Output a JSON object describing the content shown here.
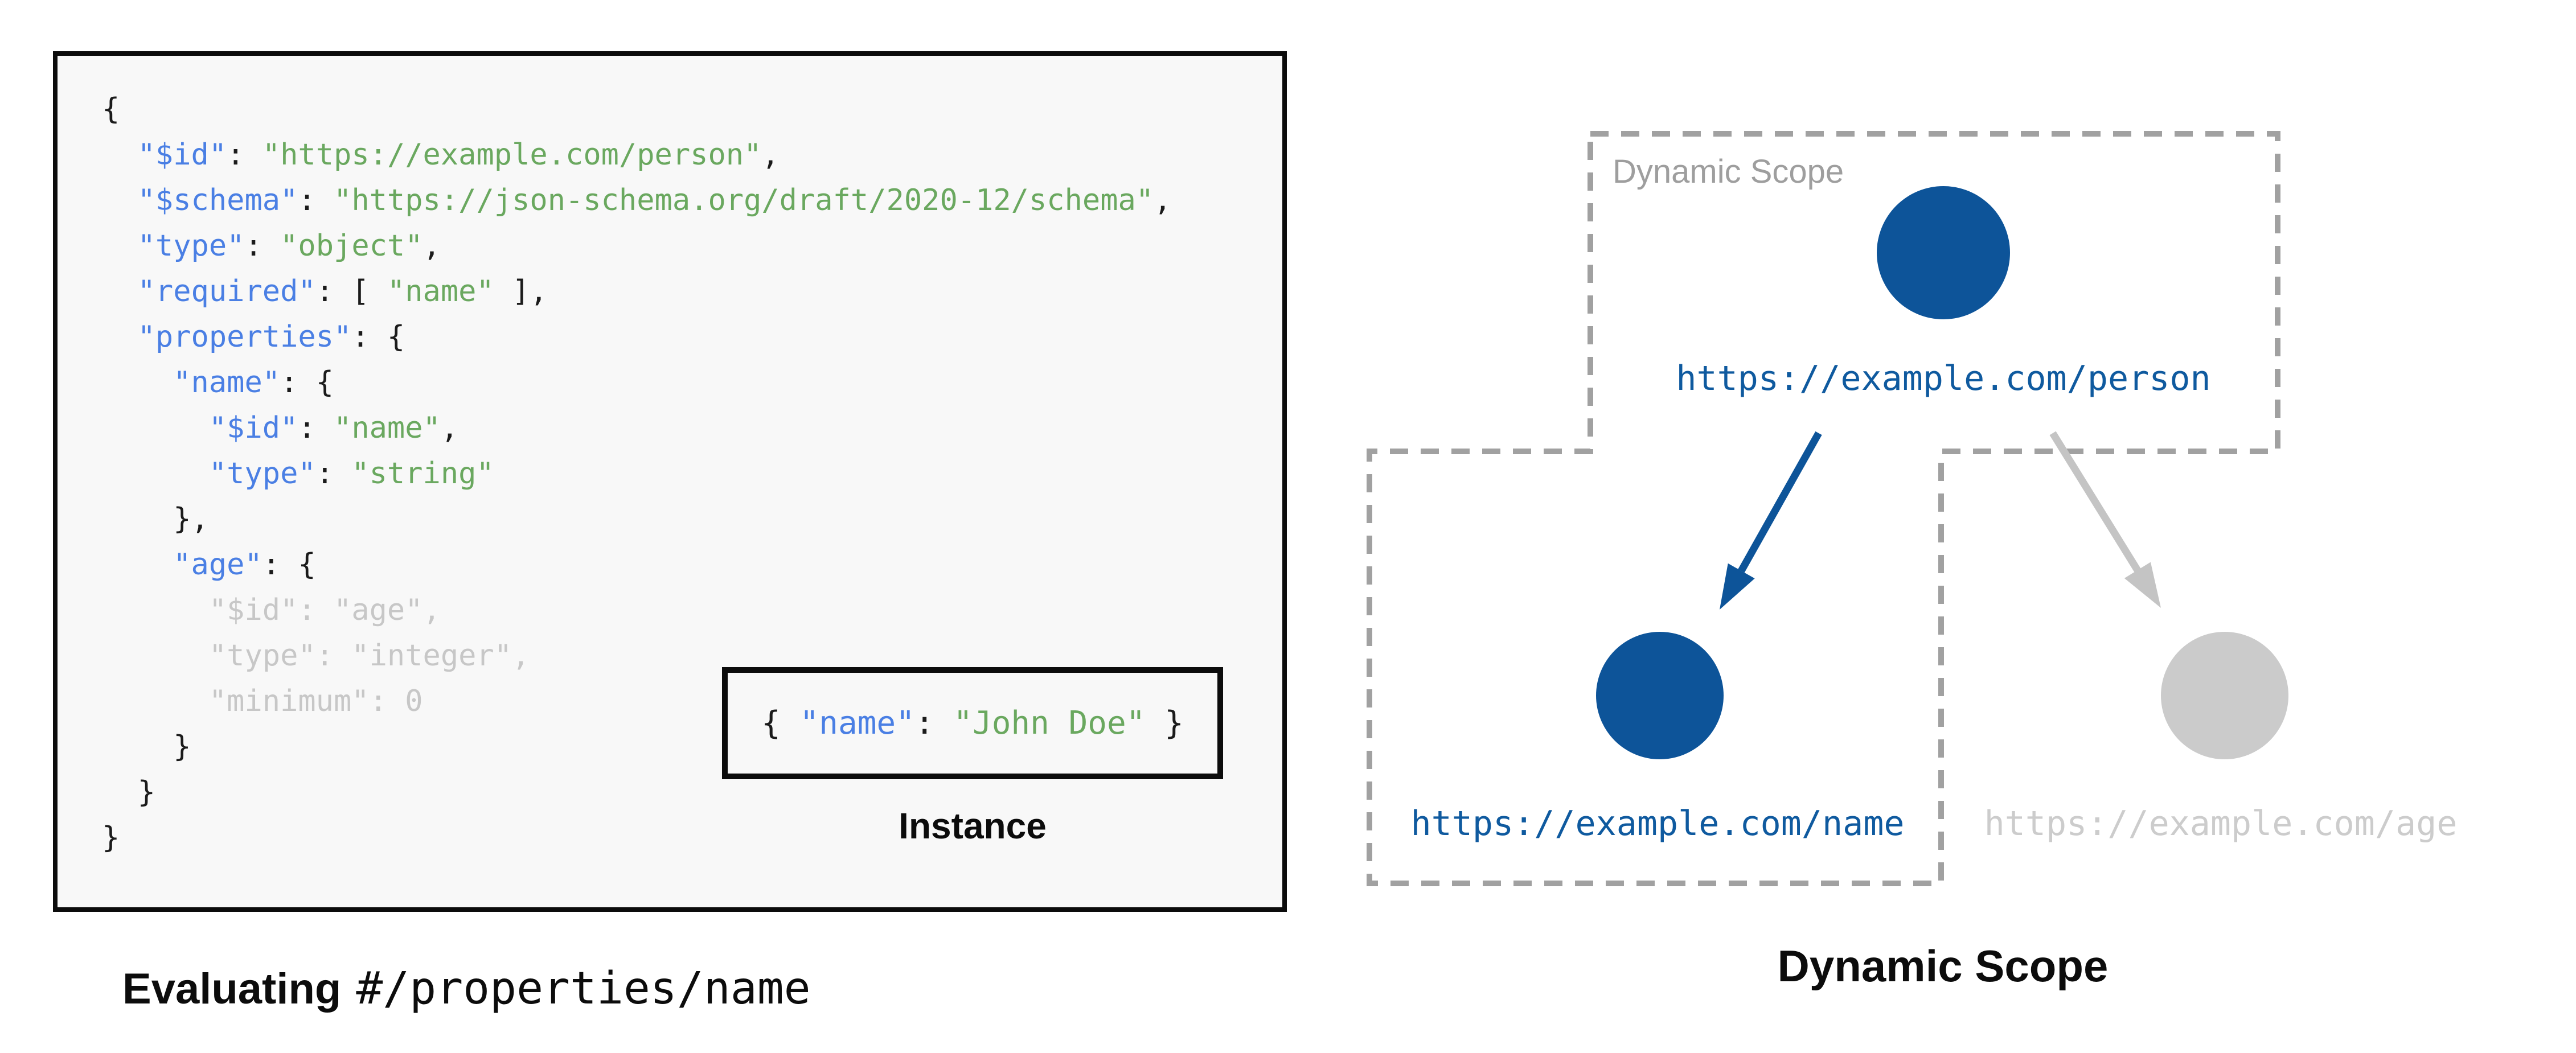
{
  "colors": {
    "key_blue": "#4a7fe4",
    "string_green": "#6aa85f",
    "plain": "#1b1b1b",
    "dim": "#c7c7c7",
    "node_blue": "#0d5499",
    "url_blue": "#0f5a9f",
    "node_gray": "#cbcbcb",
    "url_gray": "#cccccc",
    "dash_gray": "#a1a1a1",
    "arrow_gray": "#c4c4c4",
    "box_bg": "#f8f8f8"
  },
  "schema_panel": {
    "code_lines": [
      [
        {
          "t": "{",
          "c": "p"
        }
      ],
      [
        {
          "t": "  ",
          "c": "p"
        },
        {
          "t": "\"$id\"",
          "c": "k"
        },
        {
          "t": ": ",
          "c": "p"
        },
        {
          "t": "\"https://example.com/person\"",
          "c": "s"
        },
        {
          "t": ",",
          "c": "p"
        }
      ],
      [
        {
          "t": "  ",
          "c": "p"
        },
        {
          "t": "\"$schema\"",
          "c": "k"
        },
        {
          "t": ": ",
          "c": "p"
        },
        {
          "t": "\"https://json-schema.org/draft/2020-12/schema\"",
          "c": "s"
        },
        {
          "t": ",",
          "c": "p"
        }
      ],
      [
        {
          "t": "  ",
          "c": "p"
        },
        {
          "t": "\"type\"",
          "c": "k"
        },
        {
          "t": ": ",
          "c": "p"
        },
        {
          "t": "\"object\"",
          "c": "s"
        },
        {
          "t": ",",
          "c": "p"
        }
      ],
      [
        {
          "t": "  ",
          "c": "p"
        },
        {
          "t": "\"required\"",
          "c": "k"
        },
        {
          "t": ": [ ",
          "c": "p"
        },
        {
          "t": "\"name\"",
          "c": "s"
        },
        {
          "t": " ],",
          "c": "p"
        }
      ],
      [
        {
          "t": "  ",
          "c": "p"
        },
        {
          "t": "\"properties\"",
          "c": "k"
        },
        {
          "t": ": {",
          "c": "p"
        }
      ],
      [
        {
          "t": "    ",
          "c": "p"
        },
        {
          "t": "\"name\"",
          "c": "k"
        },
        {
          "t": ": {",
          "c": "p"
        }
      ],
      [
        {
          "t": "      ",
          "c": "p"
        },
        {
          "t": "\"$id\"",
          "c": "k"
        },
        {
          "t": ": ",
          "c": "p"
        },
        {
          "t": "\"name\"",
          "c": "s"
        },
        {
          "t": ",",
          "c": "p"
        }
      ],
      [
        {
          "t": "      ",
          "c": "p"
        },
        {
          "t": "\"type\"",
          "c": "k"
        },
        {
          "t": ": ",
          "c": "p"
        },
        {
          "t": "\"string\"",
          "c": "s"
        }
      ],
      [
        {
          "t": "    },",
          "c": "p"
        }
      ],
      [
        {
          "t": "    ",
          "c": "p"
        },
        {
          "t": "\"age\"",
          "c": "k"
        },
        {
          "t": ": {",
          "c": "p"
        }
      ],
      [
        {
          "t": "      \"$id\": \"age\",",
          "c": "d"
        }
      ],
      [
        {
          "t": "      \"type\": \"integer\",",
          "c": "d"
        }
      ],
      [
        {
          "t": "      \"minimum\": 0",
          "c": "d"
        }
      ],
      [
        {
          "t": "    }",
          "c": "p"
        }
      ],
      [
        {
          "t": "  }",
          "c": "p"
        }
      ],
      [
        {
          "t": "}",
          "c": "p"
        }
      ]
    ],
    "instance": {
      "segments": [
        {
          "t": "{ ",
          "c": "p"
        },
        {
          "t": "\"name\"",
          "c": "k"
        },
        {
          "t": ": ",
          "c": "p"
        },
        {
          "t": "\"John Doe\"",
          "c": "s"
        },
        {
          "t": " }",
          "c": "p"
        }
      ],
      "label": "Instance"
    },
    "caption": {
      "bold": "Evaluating",
      "mono": "#/properties/name"
    }
  },
  "scope_panel": {
    "scope_label": "Dynamic Scope",
    "title": "Dynamic Scope",
    "nodes": [
      {
        "id": "person",
        "url": "https://example.com/person",
        "state": "in-scope"
      },
      {
        "id": "name",
        "url": "https://example.com/name",
        "state": "in-scope"
      },
      {
        "id": "age",
        "url": "https://example.com/age",
        "state": "out-of-scope"
      }
    ]
  }
}
